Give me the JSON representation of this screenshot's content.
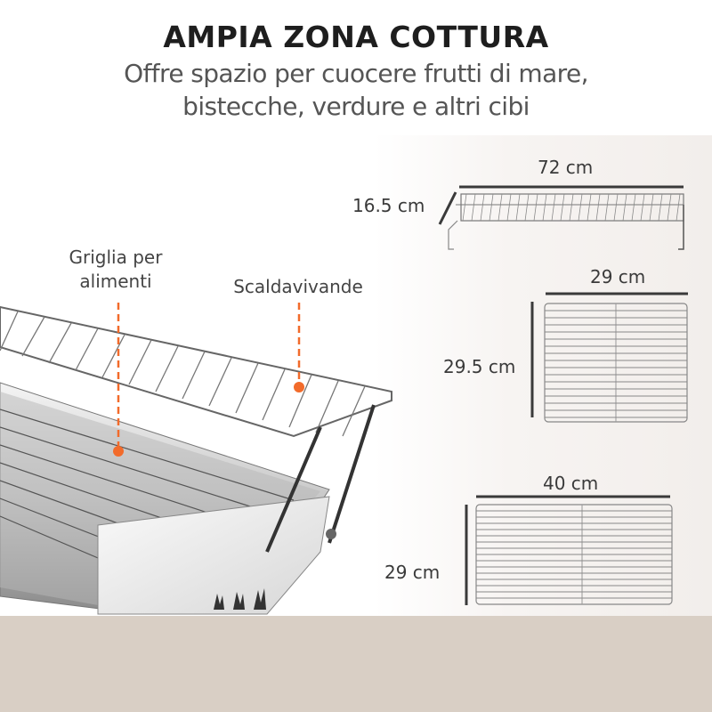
{
  "header": {
    "title": "AMPIA ZONA COTTURA",
    "subtitle_line1": "Offre spazio per cuocere frutti di mare,",
    "subtitle_line2": "bistecche, verdure e altri cibi"
  },
  "callouts": {
    "grill": {
      "line1": "Griglia per",
      "line2": "alimenti"
    },
    "warmer": {
      "label": "Scaldavivande"
    },
    "marker_color": "#f26b2b"
  },
  "dimensions": {
    "warming_rack": {
      "width": "72 cm",
      "height": "16.5 cm"
    },
    "grill_small": {
      "width": "29 cm",
      "height": "29.5 cm"
    },
    "grill_large": {
      "width": "40 cm",
      "height": "29 cm"
    }
  },
  "colors": {
    "bottom_band": "#d9cfc5",
    "dimension_line": "#3a3a3a",
    "panel_tint": "#f2eeeb"
  }
}
